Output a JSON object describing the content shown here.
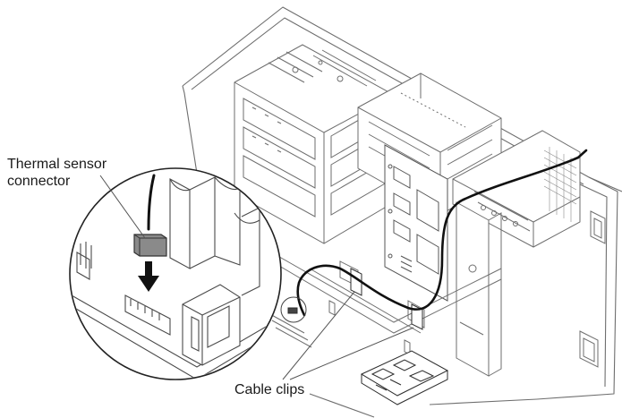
{
  "diagram": {
    "labels": {
      "thermal_sensor_line1": "Thermal sensor",
      "thermal_sensor_line2": "connector",
      "cable_clips": "Cable clips"
    }
  },
  "colors": {
    "line": "#6e6e6e",
    "outline": "#2b2b2b",
    "cable": "#111111",
    "connector_fill": "#8a8a8a",
    "callout": "#555555"
  },
  "icons": {
    "arrow": "down-arrow-icon"
  }
}
